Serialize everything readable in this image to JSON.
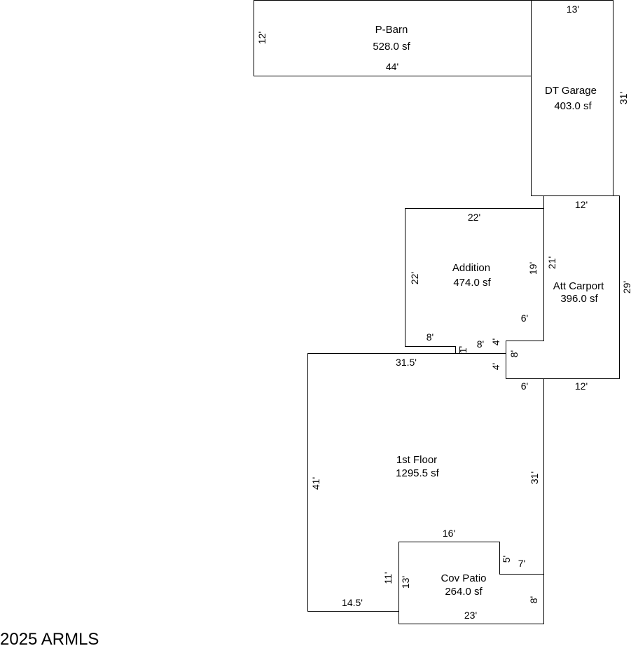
{
  "rooms": {
    "pbarn": {
      "name": "P-Barn",
      "area": "528.0 sf"
    },
    "dtgarage": {
      "name": "DT Garage",
      "area": "403.0 sf"
    },
    "addition": {
      "name": "Addition",
      "area": "474.0 sf"
    },
    "attcarport": {
      "name": "Att Carport",
      "area": "396.0 sf"
    },
    "firstfloor": {
      "name": "1st Floor",
      "area": "1295.5 sf"
    },
    "covpatio": {
      "name": "Cov Patio",
      "area": "264.0 sf"
    }
  },
  "dimensions": {
    "pbarn_left": "12'",
    "pbarn_bottom": "44'",
    "garage_top": "13'",
    "garage_right": "31'",
    "carport_top": "12'",
    "carport_right": "29'",
    "carport_inner": "21'",
    "carport_bottom": "12'",
    "addition_top": "22'",
    "addition_left": "22'",
    "addition_right": "19'",
    "addition_step": "6'",
    "addition_bottom": "8'",
    "addition_small": "1'",
    "notch_top": "8'",
    "notch_side_upper": "4'",
    "notch_side": "8'",
    "notch_side_lower": "4'",
    "ff_top": "31.5'",
    "ff_notch_bottom": "6'",
    "ff_left": "41'",
    "ff_right": "31'",
    "ff_bottom": "14.5'",
    "ff_inner_left": "11'",
    "patio_top": "16'",
    "patio_step_v": "5'",
    "patio_step_h": "7'",
    "patio_left": "13'",
    "patio_right": "8'",
    "patio_bottom": "23'"
  },
  "copyright": "2025 ARMLS"
}
